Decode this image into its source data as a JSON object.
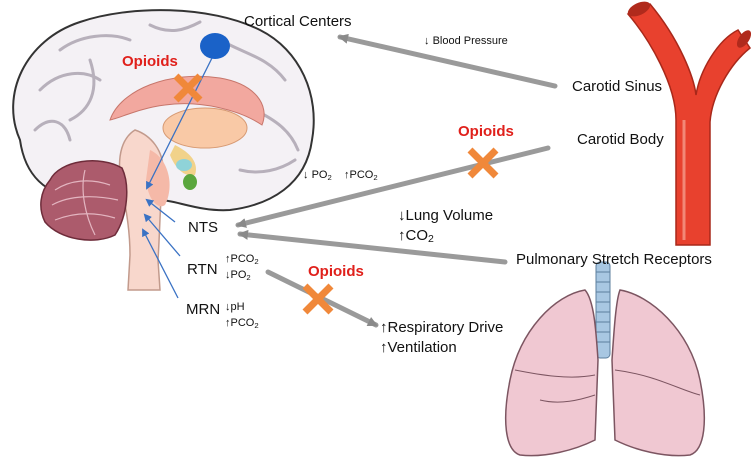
{
  "labels": {
    "cortical_centers": "Cortical Centers",
    "blood_pressure": "Blood Pressure",
    "carotid_sinus": "Carotid Sinus",
    "carotid_body": "Carotid Body",
    "pulmonary_stretch": "Pulmonary Stretch Receptors",
    "nts": "NTS",
    "rtn": "RTN",
    "mrn": "MRN",
    "lung_volume": "Lung Volume",
    "co2_base": "CO",
    "pco2_base": "PCO",
    "po2_base": "PO",
    "ph": "pH",
    "sub_2": "2",
    "respiratory_drive": "Respiratory Drive",
    "ventilation": "Ventilation"
  },
  "opioids_label": "Opioids",
  "colors": {
    "opioid_text": "#e0201b",
    "cross": "#f0883a",
    "pathway_gray": "#9a9a9a",
    "blue_lines": "#3a72c4",
    "artery": "#e8412e",
    "lung": "#f0c8d2",
    "brain_outline": "#333333"
  }
}
